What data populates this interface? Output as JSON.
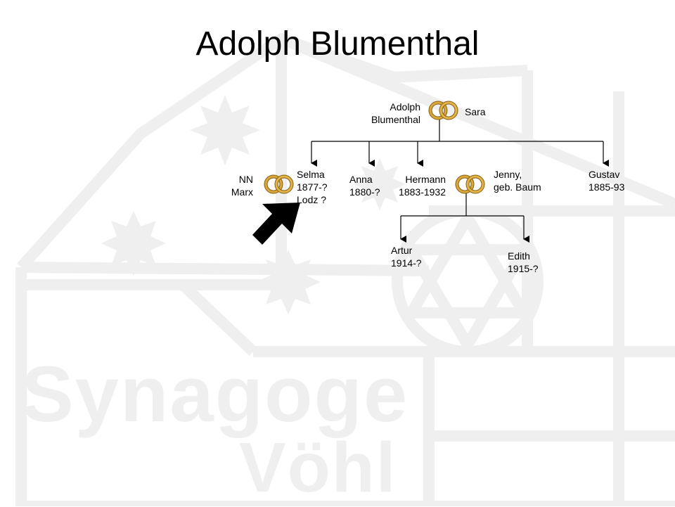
{
  "title": "Adolph Blumenthal",
  "watermark": {
    "line1": "Synagoge",
    "line2": "Vöhl"
  },
  "people": {
    "adolph": {
      "lines": [
        "Adolph",
        "Blumenthal"
      ]
    },
    "sara": {
      "lines": [
        "Sara"
      ]
    },
    "nn": {
      "lines": [
        "NN",
        "Marx"
      ]
    },
    "selma": {
      "lines": [
        "Selma",
        "1877-?",
        "Lodz ?"
      ]
    },
    "anna": {
      "lines": [
        "Anna",
        "1880-?"
      ]
    },
    "hermann": {
      "lines": [
        "Hermann",
        "1883-1932"
      ]
    },
    "jenny": {
      "lines": [
        "Jenny,",
        "geb. Baum"
      ]
    },
    "gustav": {
      "lines": [
        "Gustav",
        "1885-93"
      ]
    },
    "artur": {
      "lines": [
        "Artur",
        "1914-?"
      ]
    },
    "edith": {
      "lines": [
        "Edith",
        "1915-?"
      ]
    }
  },
  "colors": {
    "ring": "#c9962a",
    "ring_dark": "#8a5f12",
    "line": "#000000",
    "watermark": "#efefef"
  },
  "icons": {
    "marriage": "wedding-rings-icon",
    "pointer": "arrow-icon"
  }
}
